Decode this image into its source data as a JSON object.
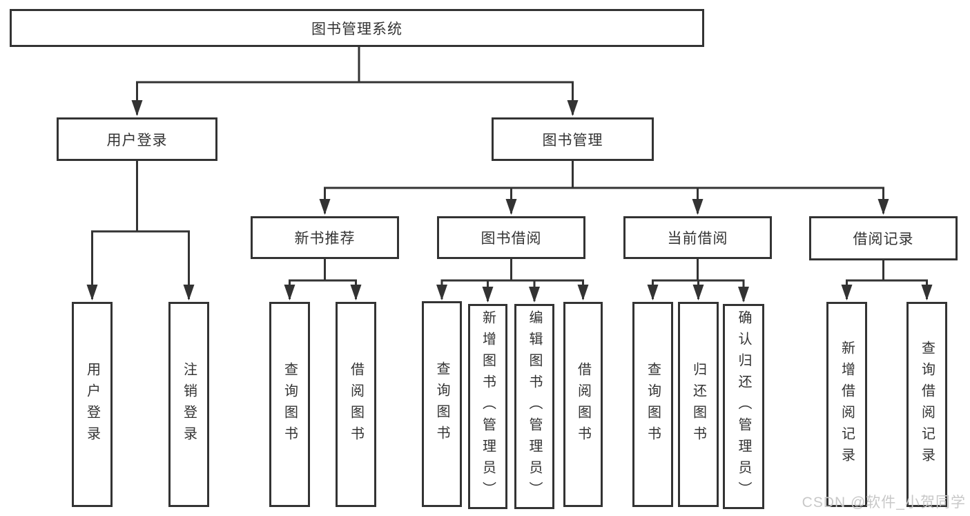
{
  "diagram": {
    "root_label": "图书管理系统",
    "branches": [
      {
        "label": "用户登录",
        "children": [
          {
            "label": "用户登录"
          },
          {
            "label": "注销登录"
          }
        ]
      },
      {
        "label": "图书管理",
        "children": [
          {
            "label": "新书推荐",
            "children": [
              {
                "label": "查询图书"
              },
              {
                "label": "借阅图书"
              }
            ]
          },
          {
            "label": "图书借阅",
            "children": [
              {
                "label": "查询图书"
              },
              {
                "label": "新增图书（管理员）"
              },
              {
                "label": "编辑图书（管理员）"
              },
              {
                "label": "借阅图书"
              }
            ]
          },
          {
            "label": "当前借阅",
            "children": [
              {
                "label": "查询图书"
              },
              {
                "label": "归还图书"
              },
              {
                "label": "确认归还（管理员）"
              }
            ]
          },
          {
            "label": "借阅记录",
            "children": [
              {
                "label": "新增借阅记录"
              },
              {
                "label": "查询借阅记录"
              }
            ]
          }
        ]
      }
    ]
  },
  "watermark": {
    "text": "CSDN @软件_小贺同学"
  },
  "colors": {
    "line": "#333333",
    "box_border": "#333333",
    "text": "#333333",
    "background": "#ffffff",
    "watermark": "#c8c8c8"
  }
}
